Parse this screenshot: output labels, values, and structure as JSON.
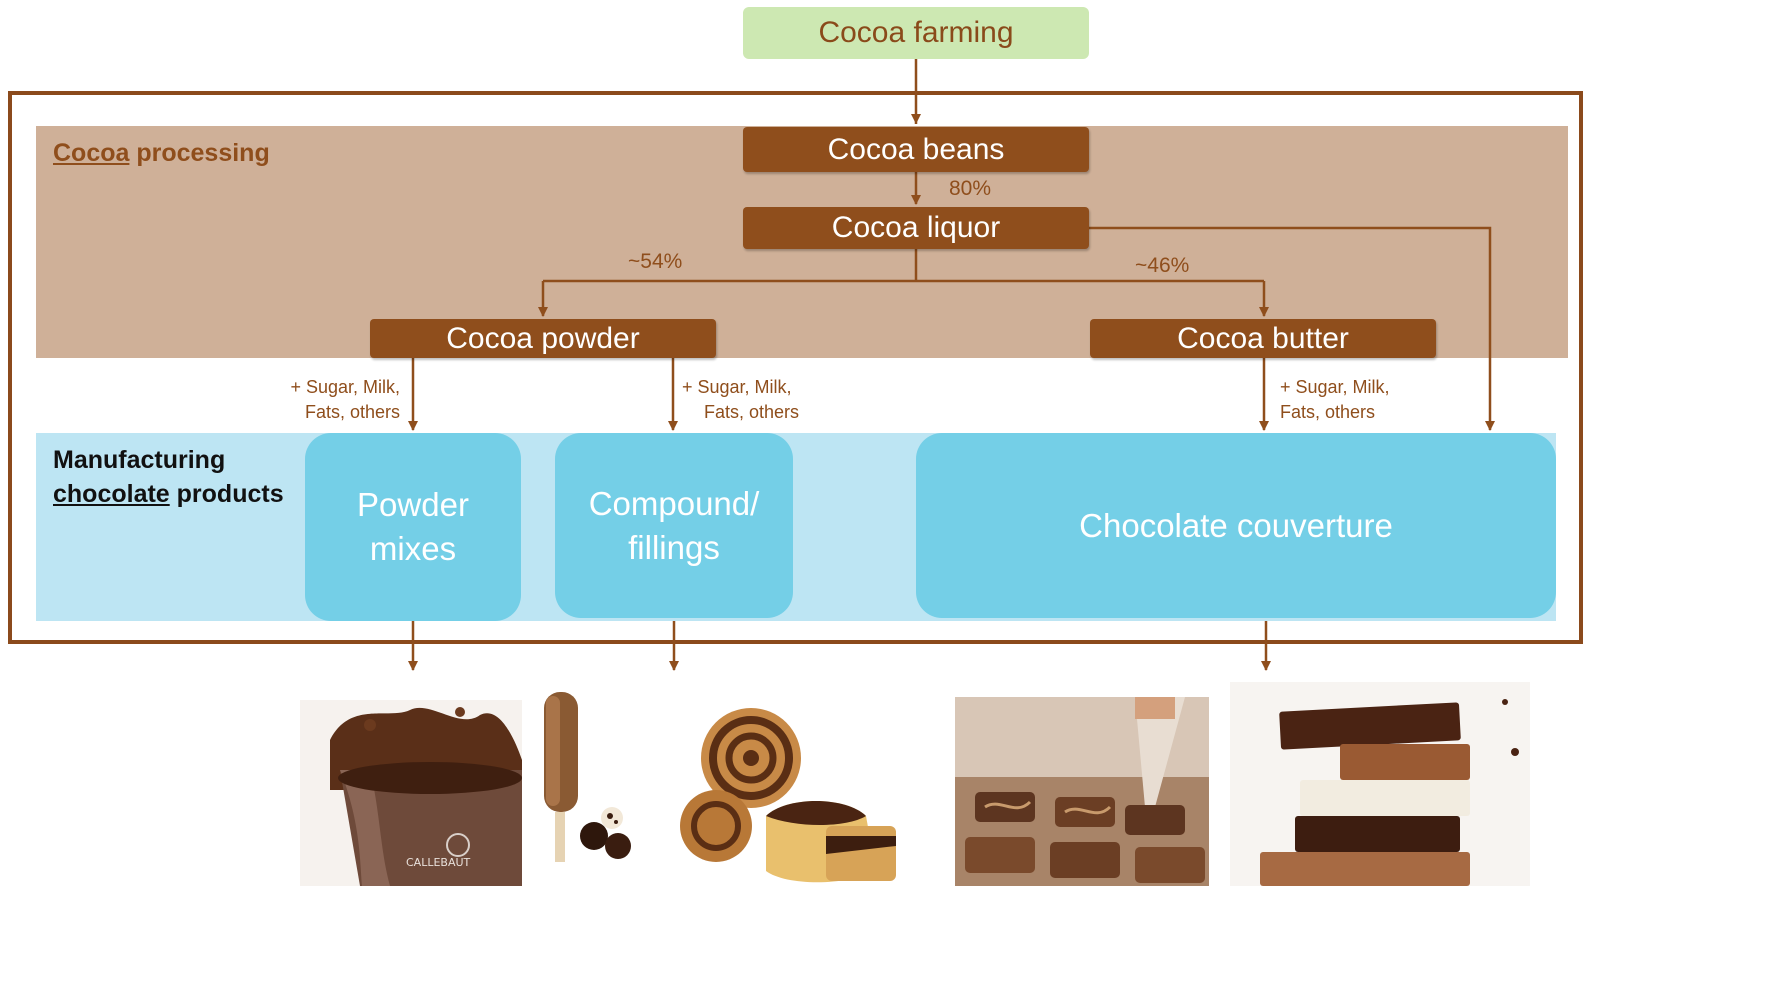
{
  "diagram": {
    "nodes": {
      "farming": "Cocoa farming",
      "beans": "Cocoa beans",
      "liquor": "Cocoa liquor",
      "powder": "Cocoa powder",
      "butter": "Cocoa butter",
      "powder_mixes": "Powder mixes",
      "compound_line1": "Compound/",
      "compound_line2": "fillings",
      "couverture": "Chocolate couverture"
    },
    "sections": {
      "processing_underlined": "Cocoa",
      "processing_rest": " processing",
      "manufacturing_line1": "Manufacturing",
      "manufacturing_underlined": "chocolate",
      "manufacturing_rest": " products"
    },
    "labels": {
      "beans_to_liquor": "80%",
      "to_powder": "~54%",
      "to_butter": "~46%",
      "additives_line1": "+ Sugar, Milk,",
      "additives_line2": "Fats, others"
    },
    "product_images": [
      {
        "name": "hot chocolate mug with splash",
        "brand": "CALLEBAUT"
      },
      {
        "name": "ice cream bar and chocolate balls"
      },
      {
        "name": "swirl pastries"
      },
      {
        "name": "piping chocolate on pralines"
      },
      {
        "name": "stacked chocolate bars"
      }
    ],
    "colors": {
      "brown": "#8f4e1c",
      "processing_band": "#cfb098",
      "manufacturing_band": "#bde5f3",
      "blue_box": "#74cfe7",
      "green_box": "#cde8b2"
    }
  }
}
